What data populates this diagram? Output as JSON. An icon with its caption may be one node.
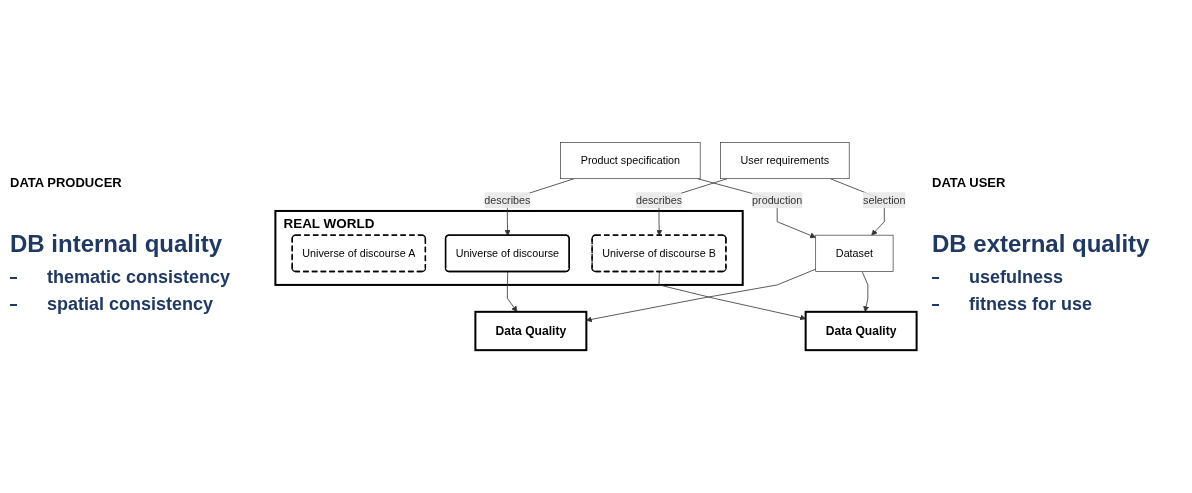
{
  "diagram": {
    "nodes": [
      {
        "text": [
          "REAL WORLD"
        ]
      },
      {
        "text": [
          "Universe of discourse A"
        ],
        "in": 0
      },
      {
        "text": [
          "Universe of discourse B"
        ],
        "in": 0
      },
      {
        "text": [
          "Universe of discourse"
        ],
        "in": 0
      },
      {
        "text": [
          "Data Quality"
        ]
      },
      {
        "text": [
          "Data Quality"
        ]
      },
      {
        "text": [
          "Product specification"
        ]
      },
      {
        "text": [
          "User requirements"
        ]
      },
      {
        "text": [
          "Dataset"
        ]
      }
    ],
    "edges": [
      {
        "from": 6,
        "to": 3,
        "arrow": "to",
        "label": "describes"
      },
      {
        "from": 3,
        "to": 4,
        "arrow": "to"
      },
      {
        "from": 2,
        "to": 5,
        "arrow": "to"
      },
      {
        "from": 7,
        "to": 2,
        "arrow": "to",
        "label": "describes"
      },
      {
        "from": 6,
        "to": 8,
        "arrow": "to",
        "label": "production"
      },
      {
        "from": 7,
        "to": 8,
        "arrow": "to",
        "label": "selection"
      },
      {
        "from": 8,
        "to": 4,
        "arrow": "to"
      },
      {
        "from": 8,
        "to": 5,
        "arrow": "to"
      }
    ],
    "labels": [
      "DATA PRODUCER",
      "DATA USER",
      "DB internal quality",
      "thematic consistency",
      "spatial consistency",
      "DB external quality",
      "usefulness",
      "fitness for use"
    ]
  }
}
